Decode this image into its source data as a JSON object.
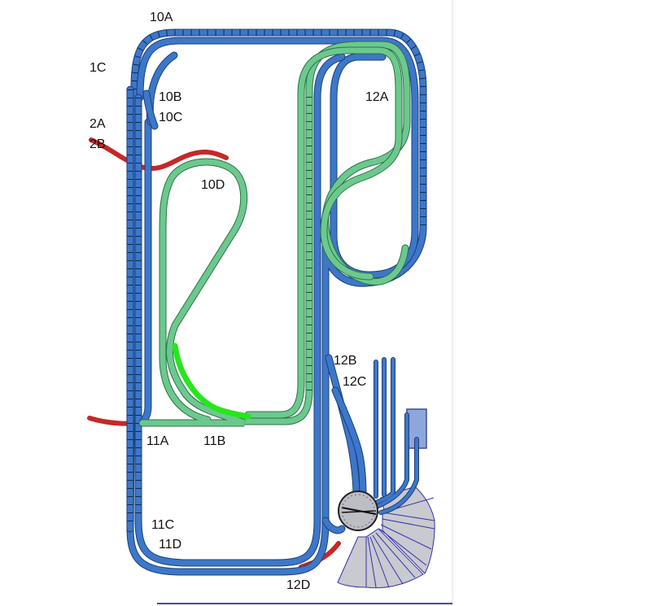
{
  "labels": {
    "l10A": "10A",
    "l1C": "1C",
    "l10B": "10B",
    "l10C": "10C",
    "l2A": "2A",
    "l2B": "2B",
    "l10D": "10D",
    "l12A": "12A",
    "l12B": "12B",
    "l12C": "12C",
    "l11A": "11A",
    "l11B": "11B",
    "l11C": "11C",
    "l11D": "11D",
    "l12D": "12D"
  },
  "colors": {
    "mainline_blue": "#3d77c9",
    "branch_green": "#6cc98e",
    "highlight_green": "#27e61d",
    "connector_red": "#c62828",
    "turntable_grey": "#c9c9d0",
    "stall_outline": "#3333aa"
  }
}
